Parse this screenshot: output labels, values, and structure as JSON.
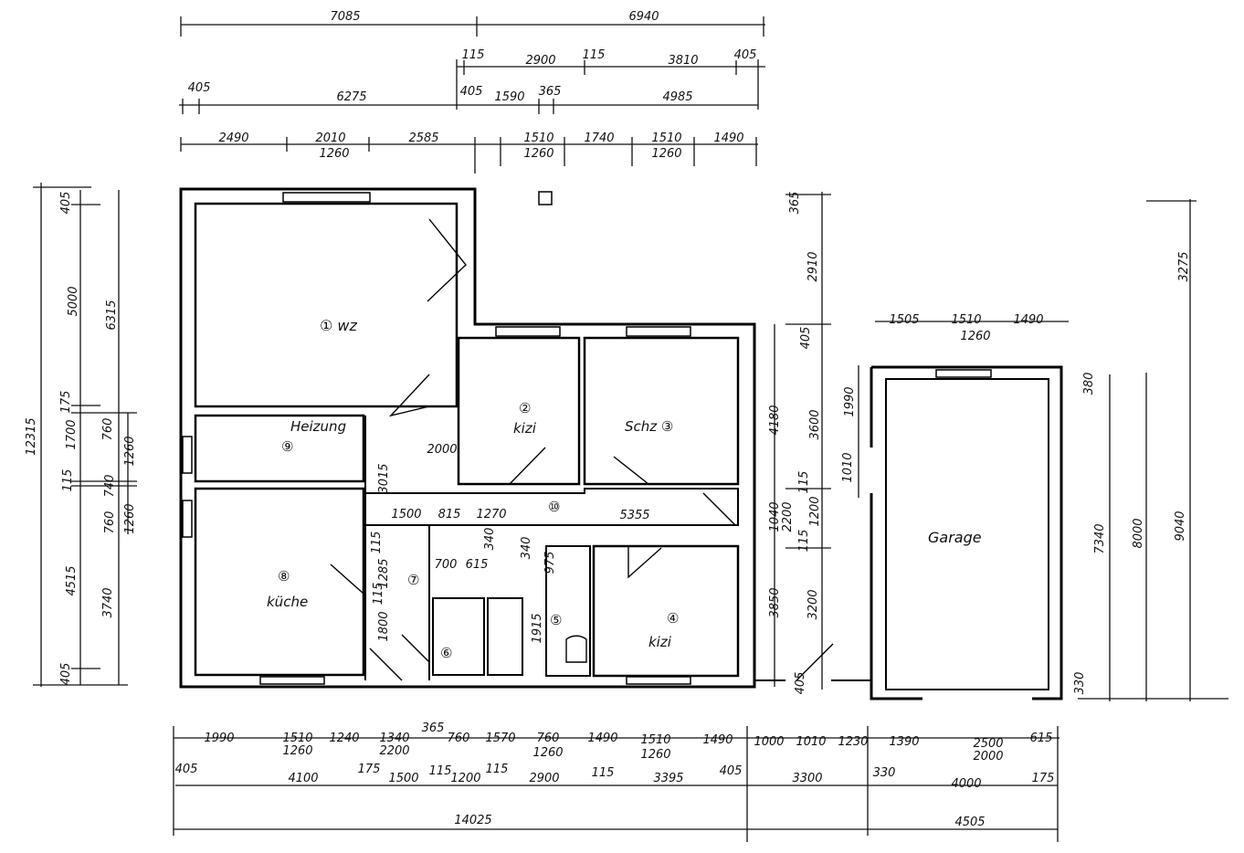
{
  "rooms": {
    "r1": "① wz",
    "r2_num": "②",
    "r2": "kizi",
    "r3": "Schz ③",
    "r4_num": "④",
    "r4": "kizi",
    "r5": "⑤",
    "r6": "⑥",
    "r7": "⑦",
    "r8_num": "⑧",
    "r8": "küche",
    "r9_label": "Heizung",
    "r9": "⑨",
    "r10": "⑩",
    "garage": "Garage"
  },
  "dims_top": {
    "row1": [
      "7085",
      "6940"
    ],
    "row2": [
      "115",
      "2900",
      "115",
      "3810",
      "405"
    ],
    "row3": [
      "405",
      "6275",
      "405",
      "1590",
      "365",
      "4985"
    ],
    "row4": [
      "2490",
      "2010",
      "1260",
      "2585",
      "1510",
      "1260",
      "1740",
      "1510",
      "1260",
      "1490"
    ]
  },
  "dims_bottom": {
    "row1": [
      "1990",
      "1510",
      "1260",
      "1240",
      "1340",
      "2200",
      "365",
      "760",
      "1570",
      "760",
      "1260",
      "1490",
      "1510",
      "1260",
      "1490",
      "1000",
      "1010",
      "1230",
      "1390",
      "2500",
      "2000",
      "615"
    ],
    "row2": [
      "405",
      "4100",
      "175",
      "1500",
      "115",
      "1200",
      "115",
      "2900",
      "115",
      "3395",
      "405",
      "3300",
      "330",
      "4000",
      "175"
    ],
    "row3": [
      "14025",
      "4505"
    ]
  },
  "dims_left": [
    "12315",
    "405",
    "5000",
    "6315",
    "175",
    "1700",
    "760",
    "1260",
    "115",
    "740",
    "760",
    "1260",
    "4515",
    "3740",
    "405"
  ],
  "dims_right": [
    "365",
    "2910",
    "405",
    "4180",
    "3600",
    "115",
    "1040",
    "2200",
    "1200",
    "115",
    "3850",
    "3200",
    "405"
  ],
  "dims_interior": [
    "2000",
    "3015",
    "1500",
    "815",
    "1270",
    "5355",
    "115",
    "700",
    "615",
    "340",
    "340",
    "1285",
    "115",
    "975",
    "1800",
    "1915"
  ],
  "dims_garage": [
    "1505",
    "1510",
    "1490",
    "1260",
    "1990",
    "1010",
    "380",
    "7340",
    "8000",
    "9040",
    "3275",
    "330"
  ]
}
